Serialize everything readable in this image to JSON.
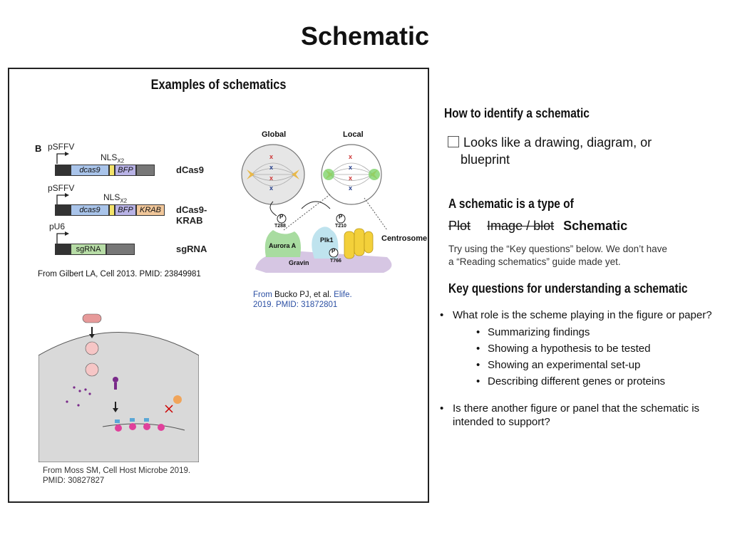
{
  "slide_title": "Schematic",
  "examples": {
    "title": "Examples of schematics",
    "gilbert": {
      "panel_letter": "B",
      "caption": "From Gilbert LA, Cell 2013. PMID: 23849981",
      "constructs": [
        {
          "promoter": "pSFFV",
          "nls": "NLS",
          "nls_sub": "X2",
          "parts": [
            "dcas9",
            "BFP"
          ],
          "name": "dCas9"
        },
        {
          "promoter": "pSFFV",
          "nls": "NLS",
          "nls_sub": "X2",
          "parts": [
            "dcas9",
            "BFP",
            "KRAB"
          ],
          "name": "dCas9-KRAB"
        },
        {
          "promoter": "pU6",
          "parts": [
            "sgRNA"
          ],
          "name": "sgRNA"
        }
      ]
    },
    "bucko": {
      "global_label": "Global",
      "local_label": "Local",
      "aurora": "Aurora A",
      "t288": "T288",
      "plk1": "Plk1",
      "t210": "T210",
      "t766": "T766",
      "p": "P",
      "gravin": "Gravin",
      "centrosome": "Centrosome",
      "caption_from": "From",
      "caption_authors": "Bucko PJ, et al.",
      "caption_journal": "Elife.",
      "caption_line2": "2019. PMID: 31872801"
    },
    "moss": {
      "caption_line1": "From Moss SM, Cell Host Microbe 2019.",
      "caption_line2": "PMID: 30827827"
    }
  },
  "identify": {
    "heading": "How to identify a schematic",
    "checkbox_line1": "Looks like a drawing, diagram, or",
    "checkbox_line2": "blueprint"
  },
  "type_of": {
    "heading": "A schematic is a type of",
    "option_plot": "Plot",
    "option_image": "Image / blot",
    "option_schematic": "Schematic",
    "note_line1": "Try using the “Key questions” below. We don’t have",
    "note_line2": "a “Reading schematics” guide made yet."
  },
  "key_questions": {
    "heading": "Key questions for understanding a schematic",
    "q1": "What role is the scheme playing in the figure or paper?",
    "q1_sub": [
      "Summarizing findings",
      "Showing a hypothesis to be tested",
      "Showing an experimental set-up",
      "Describing different genes or proteins"
    ],
    "q2_line1": "Is there another figure or panel that the schematic is",
    "q2_line2": "intended to support?"
  },
  "colors": {
    "dcas9": "#a9c4ea",
    "bfp": "#b9b3e6",
    "krab": "#f1c79a",
    "sgrna": "#b7dca6",
    "nls": "#f3e36a",
    "gravin": "#d6c6e3",
    "plk1": "#bfe3ee",
    "aurora": "#a8dca0",
    "centrosome": "#f3d03a",
    "cell_grey": "#d9d9d9",
    "magenta": "#e0409b",
    "caption_blue": "#2b4fa3"
  }
}
